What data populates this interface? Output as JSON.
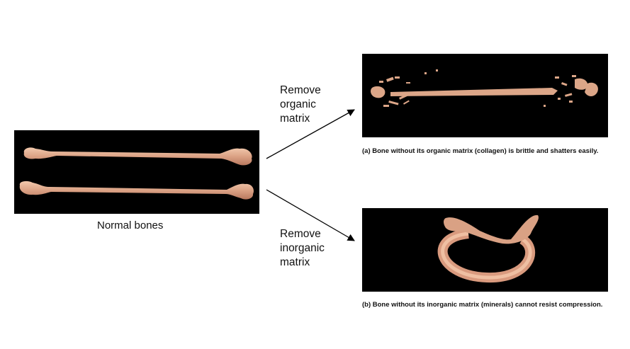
{
  "normal": {
    "label": "Normal bones"
  },
  "arrows": {
    "organic": {
      "label": "Remove\norganic\nmatrix"
    },
    "inorganic": {
      "label": "Remove\ninorganic\nmatrix"
    }
  },
  "captions": {
    "a": "(a) Bone without its organic  matrix (collagen) is brittle and shatters easily.",
    "b": "(b) Bone without its inorganic  matrix (minerals) cannot resist compression."
  },
  "colors": {
    "bone": "#d9a184",
    "bone_light": "#efc3a6",
    "background_panel": "#000000",
    "arrow": "#000000"
  }
}
